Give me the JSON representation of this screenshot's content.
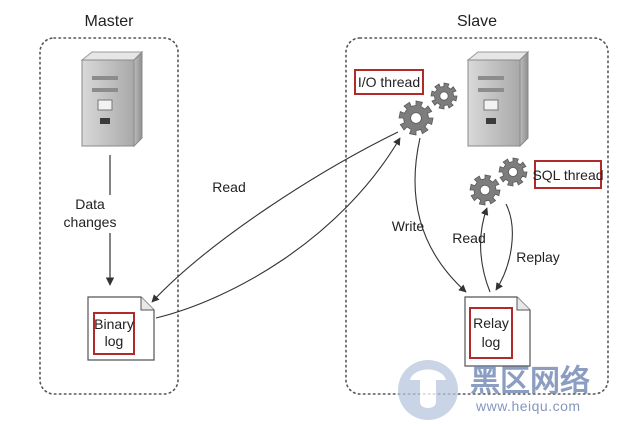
{
  "master": {
    "title": "Master",
    "data_changes": [
      "Data",
      "changes"
    ],
    "binary_log": [
      "Binary",
      "log"
    ]
  },
  "slave": {
    "title": "Slave",
    "io_thread": "I/O thread",
    "sql_thread": "SQL thread",
    "relay_log": [
      "Relay",
      "log"
    ]
  },
  "arrows": {
    "read_binary": "Read",
    "write": "Write",
    "read_relay": "Read",
    "replay": "Replay"
  },
  "watermark": {
    "site_name": "黑区网络",
    "url": "www.heiqu.com"
  },
  "colors": {
    "highlight_box": "#b02a2a",
    "watermark": "#6f86b4",
    "gear": "#7d7d7d"
  },
  "icons": {
    "server": "server-icon",
    "gear": "gear-icon",
    "document": "document-icon"
  }
}
